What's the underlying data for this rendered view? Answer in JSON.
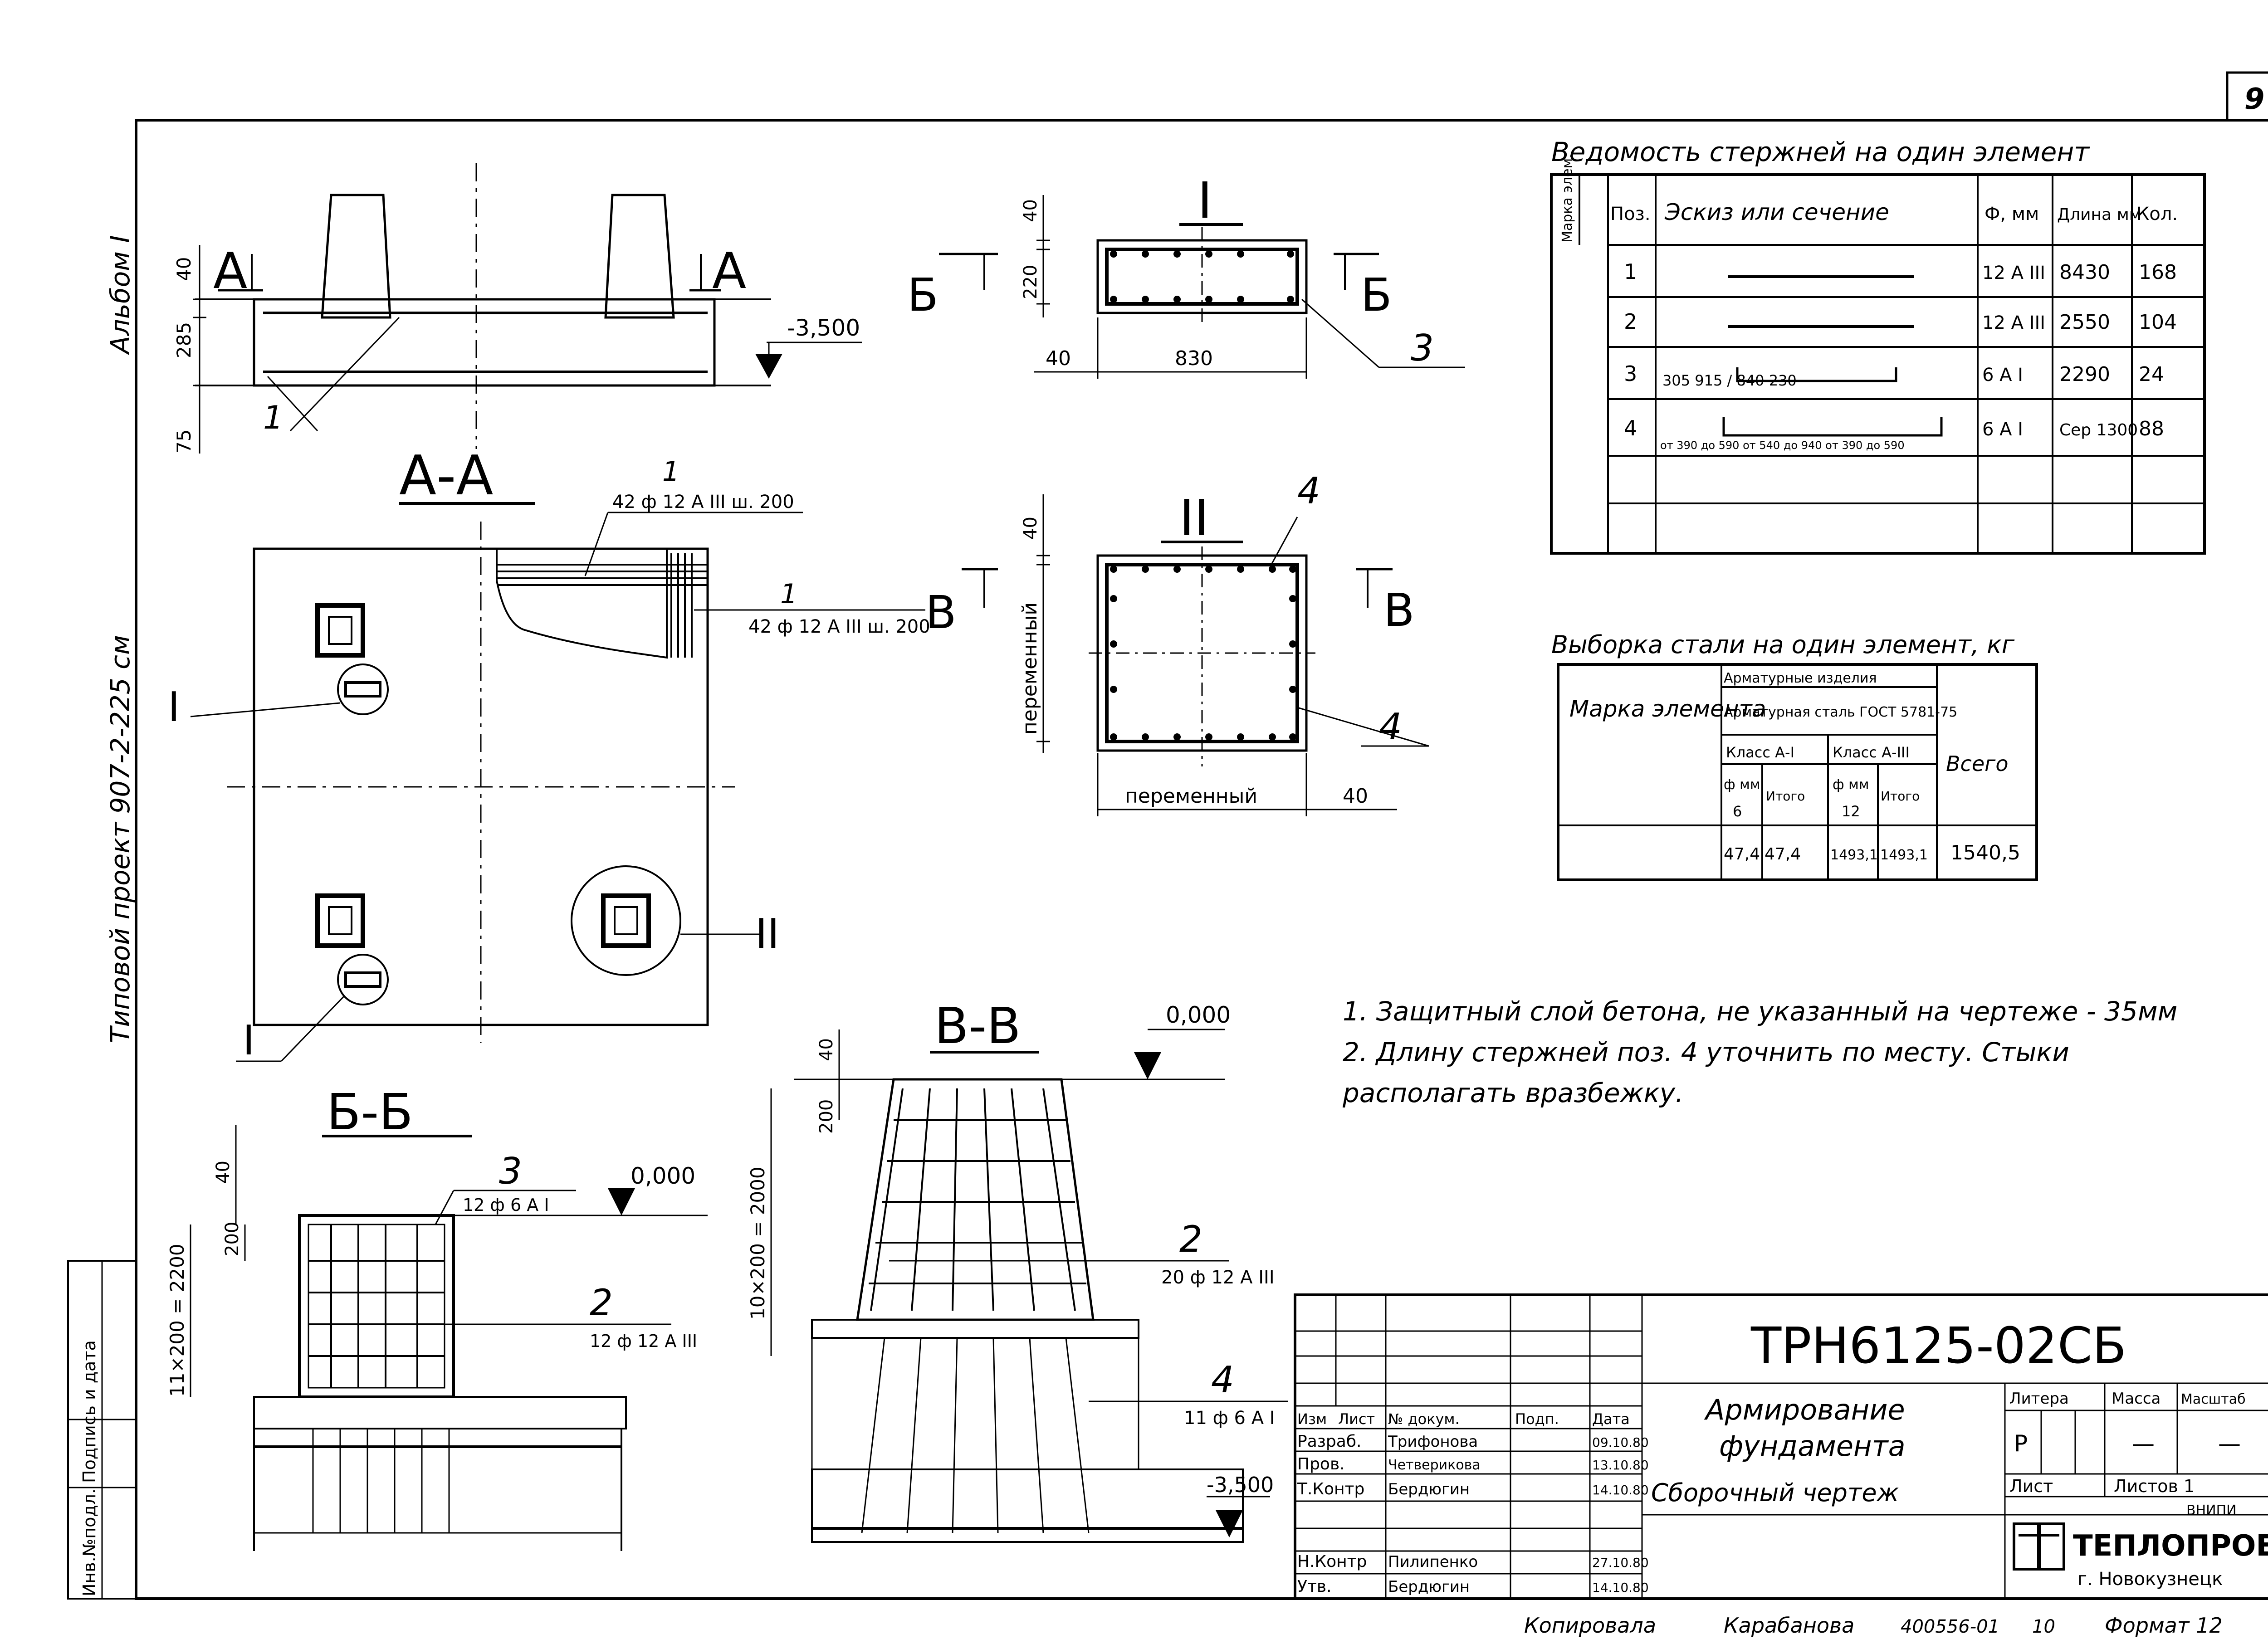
{
  "sheet": {
    "page_number": "9",
    "album": "Альбом I",
    "project": "Типовой проект 907-2-225 см",
    "side_stamp": [
      "Инв.№подл.",
      "Подпись и дата"
    ]
  },
  "views": {
    "elevation": {
      "section_marks": [
        "А",
        "А"
      ],
      "dims": [
        "40",
        "285",
        "75"
      ],
      "level": "-3,500",
      "callout": "1"
    },
    "section_aa": {
      "title": "А-А",
      "callout_top_num": "1",
      "callout_top_text": "42 ф 12 А III ш. 200",
      "callout_right_num": "1",
      "callout_right_text": "42 ф 12 А III ш. 200",
      "nodes": [
        "I",
        "I",
        "II"
      ]
    },
    "node_i": {
      "title": "I",
      "cut": [
        "Б",
        "Б"
      ],
      "dims": [
        "40",
        "220",
        "40",
        "830"
      ],
      "callout": "3"
    },
    "node_ii": {
      "title": "II",
      "cut": [
        "В",
        "В"
      ],
      "dims": [
        "40",
        "переменный",
        "переменный",
        "40"
      ],
      "callouts": [
        "4",
        "4"
      ]
    },
    "section_bb": {
      "title": "Б-Б",
      "callout_3": "3",
      "callout_3_text": "12 ф 6 А I",
      "callout_2": "2",
      "callout_2_text": "12 ф 12 А III",
      "level": "0,000",
      "dims": [
        "40",
        "200",
        "11×200 = 2200"
      ]
    },
    "section_vv": {
      "title": "В-В",
      "level_top": "0,000",
      "level_bottom": "-3,500",
      "dims": [
        "40",
        "200",
        "10×200 = 2000"
      ],
      "callout_2": "2",
      "callout_2_text": "20 ф 12 А III",
      "callout_4": "4",
      "callout_4_text": "11 ф 6 А I"
    }
  },
  "bar_schedule": {
    "title": "Ведомость стержней на один элемент",
    "headers": [
      "Марка элем.",
      "Поз.",
      "Эскиз или сечение",
      "Ф, мм",
      "Длина мм",
      "Кол."
    ],
    "rows": [
      {
        "pos": "1",
        "sketch": "",
        "dia": "12 А III",
        "len": "8430",
        "qty": "168"
      },
      {
        "pos": "2",
        "sketch": "",
        "dia": "12 А III",
        "len": "2550",
        "qty": "104"
      },
      {
        "pos": "3",
        "sketch": "305  915 / 840  230",
        "dia": "6 А I",
        "len": "2290",
        "qty": "24"
      },
      {
        "pos": "4",
        "sketch": "от 390 до 590  от 540 до 940  от 390 до 590",
        "dia": "6 А I",
        "len": "Сер 1300",
        "qty": "88"
      }
    ]
  },
  "steel_sample": {
    "title": "Выборка стали на один элемент, кг",
    "h_mark": "Марка элемента",
    "h_group": "Арматурные изделия",
    "h_steel": "Арматурная сталь ГОСТ 5781-75",
    "h_class1": "Класс А-I",
    "h_class3": "Класс А-III",
    "h_fmm": "ф мм",
    "h_total": "Итого",
    "h_all": "Всего",
    "d1": "6",
    "d2": "12",
    "values": [
      "47,4",
      "47,4",
      "1493,1",
      "1493,1",
      "1540,5"
    ]
  },
  "notes": [
    "1. Защитный слой бетона, не указанный на чертеже - 35мм",
    "2. Длину стержней поз. 4 уточнить по месту. Стыки",
    "располагать вразбежку."
  ],
  "title_block": {
    "code": "ТРН6125-02СБ",
    "name_lines": [
      "Армирование",
      "фундамента"
    ],
    "doc_type": "Сборочный чертеж",
    "headers": [
      "Изм",
      "Лист",
      "№ докум.",
      "Подп.",
      "Дата"
    ],
    "roles": [
      {
        "role": "Разраб.",
        "name": "Трифонова",
        "date": "09.10.80"
      },
      {
        "role": "Пров.",
        "name": "Четверикова",
        "date": "13.10.80"
      },
      {
        "role": "Т.Контр",
        "name": "Бердюгин",
        "date": "14.10.80"
      },
      {
        "role": "Н.Контр",
        "name": "Пилипенко",
        "date": "27.10.80"
      },
      {
        "role": "Утв.",
        "name": "Бердюгин",
        "date": "14.10.80"
      }
    ],
    "litera_h": "Литера",
    "mass_h": "Масса",
    "scale_h": "Масштаб",
    "litera": "Р",
    "mass": "—",
    "scale": "—",
    "sheet_h": "Лист",
    "sheets_h": "Листов 1",
    "org_top": "ВНИПИ",
    "org": "ТЕПЛОПРОЕКТ",
    "city": "г. Новокузнецк"
  },
  "footer": {
    "copied": "Копировала",
    "copier": "Карабанова",
    "order": "400556-01",
    "sheet_no": "10",
    "format_label": "Формат 12"
  }
}
